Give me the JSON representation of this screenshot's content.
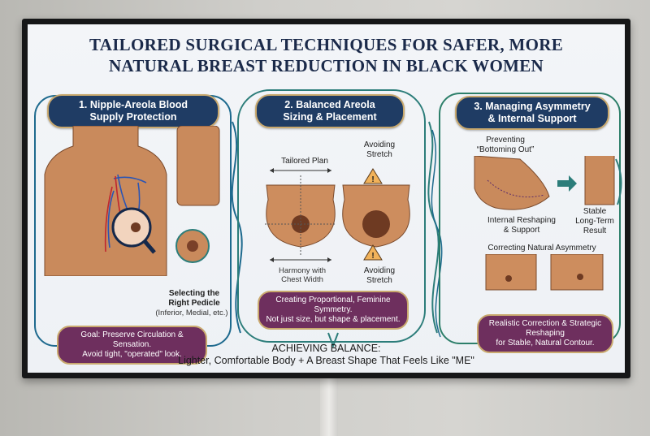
{
  "title": {
    "line1": "Tailored Surgical Techniques for Safer, More",
    "line2": "Natural Breast Reduction in Black Women"
  },
  "panels": [
    {
      "header": {
        "line1": "1. Nipple-Areola Blood",
        "line2": "Supply Protection"
      },
      "callout": {
        "line1": "Selecting the",
        "line2": "Right Pedicle",
        "note": "(Inferior, Medial, etc.)"
      },
      "icons": [
        "torso-front-illustration",
        "torso-profile-illustration",
        "blood-vessel-network",
        "magnifier-icon",
        "zoom-inset-circle"
      ],
      "goal": {
        "line1": "Goal: Preserve Circulation & Sensation.",
        "line2": "Avoid tight, \"operated\" look."
      }
    },
    {
      "header": {
        "line1": "2. Balanced Areola",
        "line2": "Sizing & Placement"
      },
      "labels": {
        "tailored_plan": "Tailored Plan",
        "avoiding_stretch_top_1": "Avoiding",
        "avoiding_stretch_top_2": "Stretch",
        "harmony_1": "Harmony with",
        "harmony_2": "Chest Width",
        "avoiding_stretch_bottom_1": "Avoiding",
        "avoiding_stretch_bottom_2": "Stretch"
      },
      "icons": [
        "warning-triangle-icon",
        "measurement-arrow",
        "diagram-tailored",
        "diagram-stretched"
      ],
      "goal": {
        "line1": "Creating Proportional, Feminine Symmetry.",
        "line2": "Not just size, but shape & placement."
      }
    },
    {
      "header": {
        "line1": "3. Managing Asymmetry",
        "line2": "& Internal Support"
      },
      "labels": {
        "preventing_1": "Preventing",
        "preventing_2": "“Bottoming Out”",
        "internal_1": "Internal Reshaping",
        "internal_2": "& Support",
        "stable_1": "Stable",
        "stable_2": "Long-Term",
        "stable_3": "Result",
        "correcting": "Correcting Natural Asymmetry"
      },
      "icons": [
        "arrow-right-icon",
        "curved-arrow-icon",
        "diagram-profile-before",
        "diagram-profile-after",
        "diagram-asymmetry-left",
        "diagram-asymmetry-right"
      ],
      "goal": {
        "line1": "Realistic Correction & Strategic Reshaping",
        "line2": "for Stable, Natural Contour."
      }
    }
  ],
  "footer": {
    "heading": "ACHIEVING BALANCE:",
    "text": "Lighter, Comfortable Body + A Breast Shape That Feels Like \"ME\""
  },
  "colors": {
    "header_navy": "#1f3c64",
    "goal_plum": "#6e2f5e",
    "gold_border": "#c9a96e",
    "panel1_blue": "#1e6a8e",
    "panel23_teal": "#2d7f6a",
    "skin": "#c98a5c",
    "title_navy": "#1b2a4a"
  }
}
